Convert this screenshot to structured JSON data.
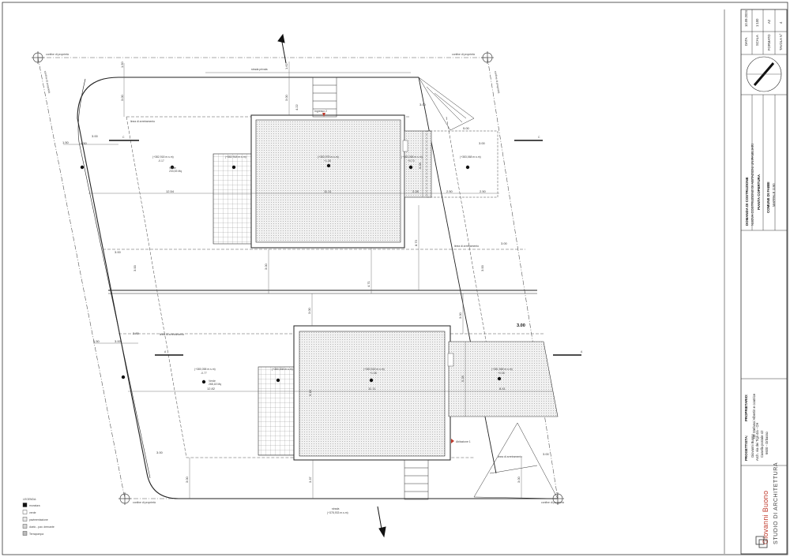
{
  "plan": {
    "boundary_labels": {
      "confine_top_left": "confine di proprietà",
      "confine_top_right": "confine di proprietà",
      "confine_bottom_left": "confine di proprietà",
      "confine_bottom_right": "confine di proprietà",
      "confine_left": "confine di proprietà",
      "confine_right": "confine di proprietà",
      "strada_privata": "strada privata",
      "strada_bottom": "strada",
      "linea_arretramento_1": "linea di arretramento",
      "linea_arretramento_2": "linea di arretramento",
      "linea_arretramento_3": "linea di arretramento",
      "linea_arretramento_4": "linea di arretramento"
    },
    "section_markers": [
      "C",
      "C",
      "A",
      "A"
    ],
    "spot_levels": {
      "upper_main": "(+383,978 m.s.m)",
      "upper_main_rel": "+1.38",
      "upper_left": "(+382,918 m.s.m)",
      "upper_left_rel": "-0.17",
      "upper_mid": "(+382,918 m.s.m)",
      "upper_right": "(+383,068 m.s.m)",
      "upper_right_rel": "+0.70",
      "upper_far": "(+383,068 m.s.m)",
      "lower_main": "(+383,518 m.s.m)",
      "lower_main_rel": "+1.38",
      "lower_left": "(+380,058 m.s.m)",
      "lower_left_rel": "-0.77",
      "lower_mid": "(+380,538 m.s.m)",
      "lower_right": "(+381,568 m.s.m)",
      "lower_right_rel": "+0.38",
      "bottom_street": "(+378,933 m.s.m)"
    },
    "areas": {
      "verde_upper": "Verde",
      "verde_upper_value": "233,53 Mq",
      "verde_lower": "Verde",
      "verde_lower_value": "268,18 Mq"
    },
    "markers": {
      "ingresso_upper": "Ingresso 2",
      "ingresso_lower": "Abitazione 1"
    },
    "dimensions": {
      "d_150_top": "1.50",
      "d_300_top": "3.00",
      "d_162": "1.62",
      "d_300_a": "3.00",
      "d_422": "4.22",
      "d_150_left": "1.50",
      "d_300_left": "3.00",
      "d_450_left": "4.50",
      "d_500_right": "5.00",
      "d_300_right": "3.00",
      "d_1254": "12.54",
      "d_1111_up": "11.11",
      "d_228": "2.28",
      "d_250_a": "2.50",
      "d_250_b": "2.50",
      "d_528_up": "5.28",
      "d_873": "8.73",
      "d_300_b": "3.00",
      "d_300_c": "3.00",
      "d_300_d": "3.00",
      "d_300_e": "3.00",
      "d_300_f": "3.00",
      "d_471": "4.71",
      "d_300_g": "3.00",
      "d_300_h": "3.00",
      "d_300_i": "3.00",
      "d_150_low": "1.50",
      "d_300_low": "3.00",
      "d_280": "2.80",
      "d_1282": "12.82",
      "d_1111_low": "11.11",
      "d_841": "8.41",
      "d_528_low": "5.28",
      "d_918": "9.18",
      "d_300_j": "3.00",
      "d_300_k": "3.00",
      "d_300_l": "3.00",
      "d_337": "3.37",
      "d_300_m": "3.00",
      "d_300_n": "3.00"
    },
    "legend": {
      "title": "LEGENDA:",
      "items": [
        {
          "label": "muratura",
          "swatch": "#111111"
        },
        {
          "label": "verde",
          "swatch": "#ffffff"
        },
        {
          "label": "pavimentazione",
          "swatch": "#e8e8e8"
        },
        {
          "label": "duelo - pav. drenante",
          "swatch": "#d4d4d4"
        },
        {
          "label": "Terrapompa",
          "swatch": "#bbbbbb"
        }
      ]
    }
  },
  "title_block": {
    "data_label": "DATA",
    "data_value": "10.09.2024",
    "scala_label": "SCALA",
    "scala_value": "1:100",
    "formato_label": "FORMATO",
    "formato_value": "A2",
    "tavola_label": "TAVOLA N°",
    "tavola_value": "4",
    "project_line1": "DOMANDA DI COSTRUZIONE",
    "project_line2": "NUOVA COSTRUZIONE DI ABITAZIONI UNIFAMILIARI",
    "project_line3": "PIANTA COPERTURA",
    "project_line4": "COMUNE DI FABBI",
    "project_line5": "MAPPALE 1190",
    "proprietario_label": "PROPRIETARIO:",
    "proprietario_value": "DE Stefano/ Albertin e coatrice",
    "progettista_label": "PROGETTISTA:",
    "progettista_line1": "Giovanni Buono",
    "progettista_line2": "Arch. via dei Tigli 4/a - CH",
    "progettista_line3": "Casella postale 42",
    "progettista_line4": "6600 - Orbasso",
    "logo_name": "Giovanni Buono",
    "logo_sub": "STUDIO DI ARCHITETTURA"
  }
}
